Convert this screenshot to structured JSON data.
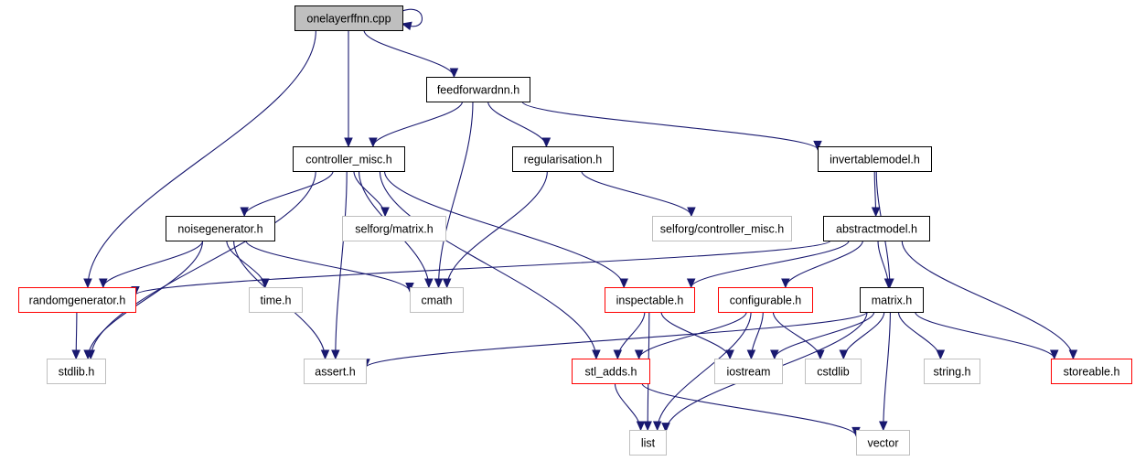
{
  "colors": {
    "edge": "#191970",
    "root_fill": "#bfbfbf",
    "border_documented": "#000000",
    "border_with_children": "#ff0000",
    "border_external": "#bfbfbf",
    "node_fill": "#ffffff"
  },
  "nodes": {
    "onelayerffnn_cpp": {
      "label": "onelayerffnn.cpp",
      "kind": "root"
    },
    "feedforwardnn_h": {
      "label": "feedforwardnn.h",
      "kind": "documented"
    },
    "controller_misc_h": {
      "label": "controller_misc.h",
      "kind": "documented"
    },
    "regularisation_h": {
      "label": "regularisation.h",
      "kind": "documented"
    },
    "invertablemodel_h": {
      "label": "invertablemodel.h",
      "kind": "documented"
    },
    "selforg_matrix_h": {
      "label": "selforg/matrix.h",
      "kind": "external"
    },
    "selforg_controller_misc_h": {
      "label": "selforg/controller_misc.h",
      "kind": "external"
    },
    "noisegenerator_h": {
      "label": "noisegenerator.h",
      "kind": "documented"
    },
    "abstractmodel_h": {
      "label": "abstractmodel.h",
      "kind": "documented"
    },
    "randomgenerator_h": {
      "label": "randomgenerator.h",
      "kind": "with-children"
    },
    "time_h": {
      "label": "time.h",
      "kind": "external"
    },
    "cmath": {
      "label": "cmath",
      "kind": "external"
    },
    "inspectable_h": {
      "label": "inspectable.h",
      "kind": "with-children"
    },
    "configurable_h": {
      "label": "configurable.h",
      "kind": "with-children"
    },
    "matrix_h": {
      "label": "matrix.h",
      "kind": "documented"
    },
    "stdlib_h": {
      "label": "stdlib.h",
      "kind": "external"
    },
    "assert_h": {
      "label": "assert.h",
      "kind": "external"
    },
    "stl_adds_h": {
      "label": "stl_adds.h",
      "kind": "with-children"
    },
    "iostream": {
      "label": "iostream",
      "kind": "external"
    },
    "cstdlib": {
      "label": "cstdlib",
      "kind": "external"
    },
    "string_h": {
      "label": "string.h",
      "kind": "external"
    },
    "storeable_h": {
      "label": "storeable.h",
      "kind": "with-children"
    },
    "list": {
      "label": "list",
      "kind": "external"
    },
    "vector": {
      "label": "vector",
      "kind": "external"
    }
  },
  "edges": [
    [
      "onelayerffnn_cpp",
      "onelayerffnn_cpp"
    ],
    [
      "onelayerffnn_cpp",
      "feedforwardnn_h"
    ],
    [
      "onelayerffnn_cpp",
      "controller_misc_h"
    ],
    [
      "onelayerffnn_cpp",
      "randomgenerator_h"
    ],
    [
      "feedforwardnn_h",
      "controller_misc_h"
    ],
    [
      "feedforwardnn_h",
      "regularisation_h"
    ],
    [
      "feedforwardnn_h",
      "invertablemodel_h"
    ],
    [
      "feedforwardnn_h",
      "cmath"
    ],
    [
      "controller_misc_h",
      "noisegenerator_h"
    ],
    [
      "controller_misc_h",
      "selforg_matrix_h"
    ],
    [
      "controller_misc_h",
      "stdlib_h"
    ],
    [
      "controller_misc_h",
      "assert_h"
    ],
    [
      "controller_misc_h",
      "cmath"
    ],
    [
      "controller_misc_h",
      "stl_adds_h"
    ],
    [
      "controller_misc_h",
      "inspectable_h"
    ],
    [
      "regularisation_h",
      "selforg_controller_misc_h"
    ],
    [
      "regularisation_h",
      "cmath"
    ],
    [
      "invertablemodel_h",
      "abstractmodel_h"
    ],
    [
      "invertablemodel_h",
      "matrix_h"
    ],
    [
      "noisegenerator_h",
      "randomgenerator_h"
    ],
    [
      "noisegenerator_h",
      "time_h"
    ],
    [
      "noisegenerator_h",
      "cmath"
    ],
    [
      "noisegenerator_h",
      "stdlib_h"
    ],
    [
      "noisegenerator_h",
      "assert_h"
    ],
    [
      "abstractmodel_h",
      "randomgenerator_h"
    ],
    [
      "abstractmodel_h",
      "inspectable_h"
    ],
    [
      "abstractmodel_h",
      "configurable_h"
    ],
    [
      "abstractmodel_h",
      "matrix_h"
    ],
    [
      "abstractmodel_h",
      "storeable_h"
    ],
    [
      "randomgenerator_h",
      "stdlib_h"
    ],
    [
      "inspectable_h",
      "stl_adds_h"
    ],
    [
      "inspectable_h",
      "iostream"
    ],
    [
      "inspectable_h",
      "list"
    ],
    [
      "configurable_h",
      "stl_adds_h"
    ],
    [
      "configurable_h",
      "iostream"
    ],
    [
      "configurable_h",
      "cstdlib"
    ],
    [
      "configurable_h",
      "list"
    ],
    [
      "matrix_h",
      "assert_h"
    ],
    [
      "matrix_h",
      "iostream"
    ],
    [
      "matrix_h",
      "cstdlib"
    ],
    [
      "matrix_h",
      "string_h"
    ],
    [
      "matrix_h",
      "storeable_h"
    ],
    [
      "matrix_h",
      "list"
    ],
    [
      "matrix_h",
      "vector"
    ],
    [
      "stl_adds_h",
      "list"
    ],
    [
      "stl_adds_h",
      "vector"
    ]
  ]
}
